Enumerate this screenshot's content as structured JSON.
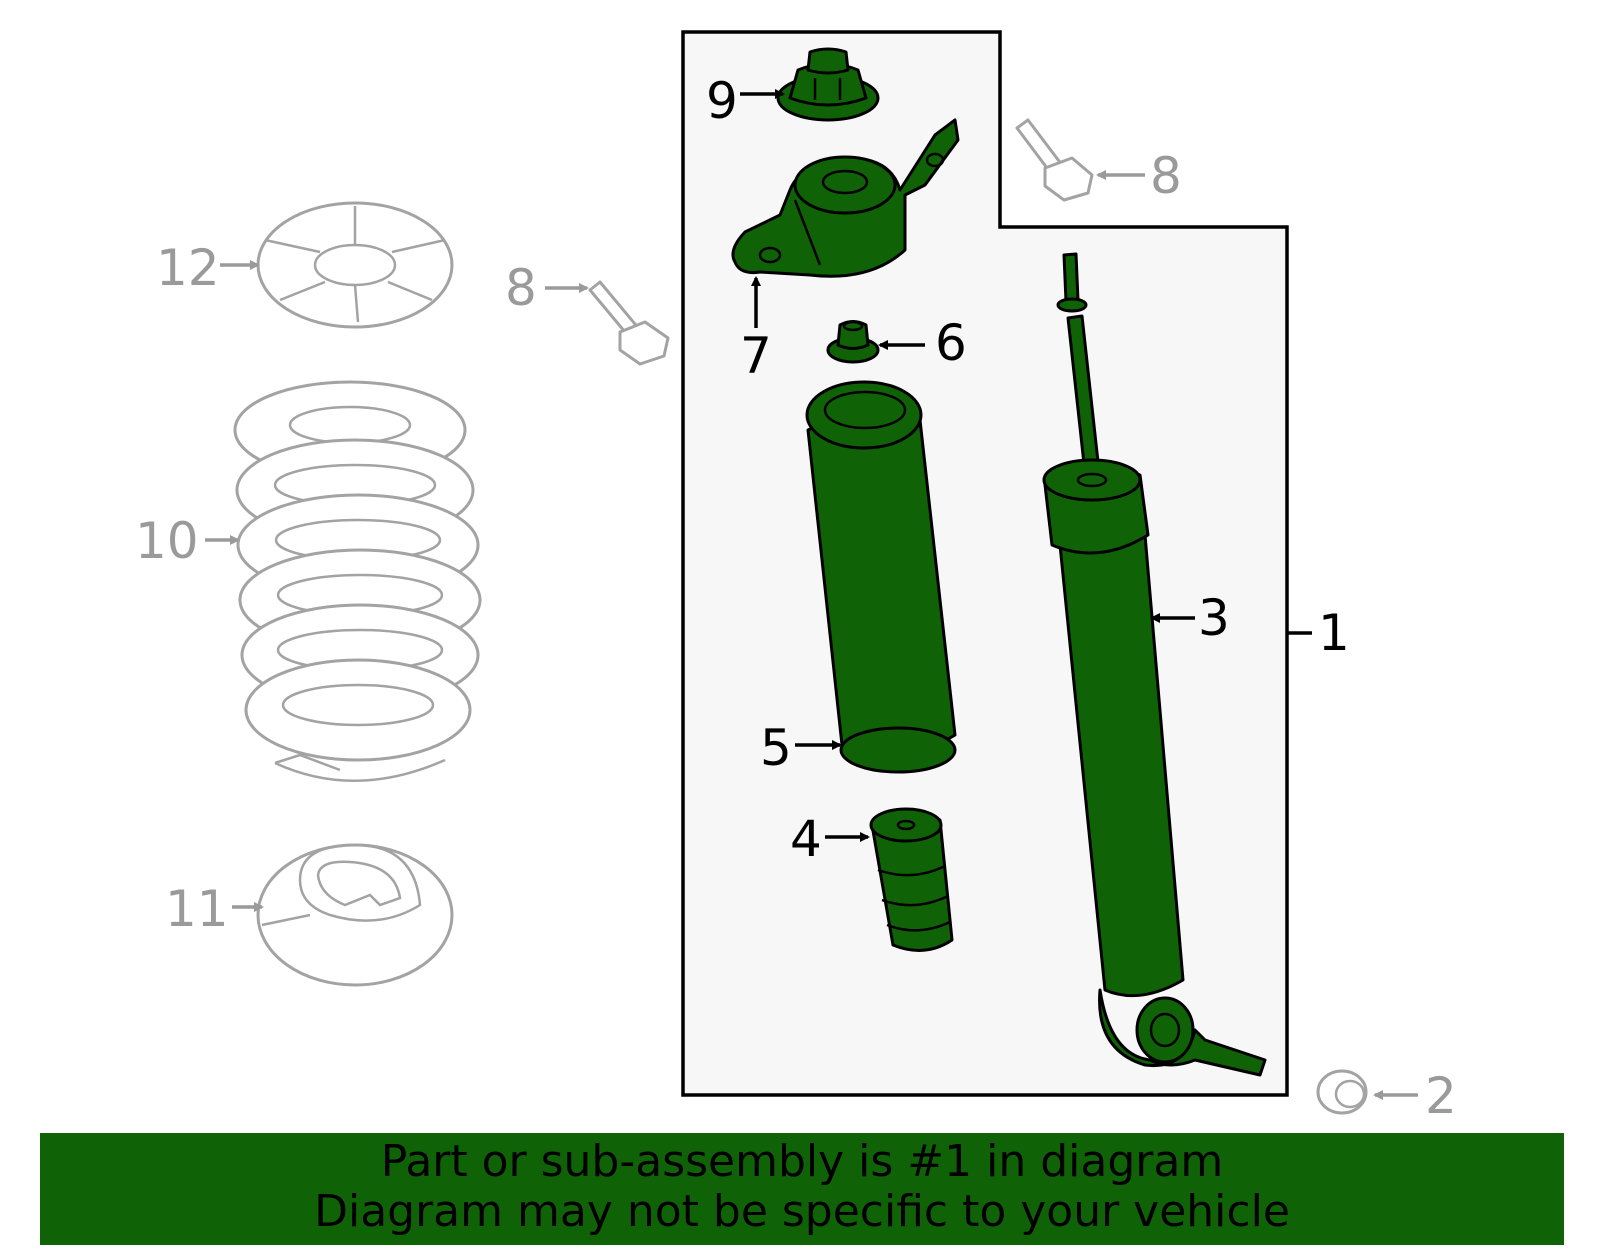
{
  "callouts": {
    "c1": "1",
    "c2": "2",
    "c3": "3",
    "c4": "4",
    "c5": "5",
    "c6": "6",
    "c7": "7",
    "c8a": "8",
    "c8b": "8",
    "c9": "9",
    "c10": "10",
    "c11": "11",
    "c12": "12"
  },
  "banner": {
    "line1": "Part or sub-assembly is #1 in diagram",
    "line2": "Diagram may not be specific to your vehicle"
  },
  "colors": {
    "highlight": "#106207",
    "other_parts": "#a3a3a3",
    "subassembly_panel": "#f7f7f7"
  }
}
